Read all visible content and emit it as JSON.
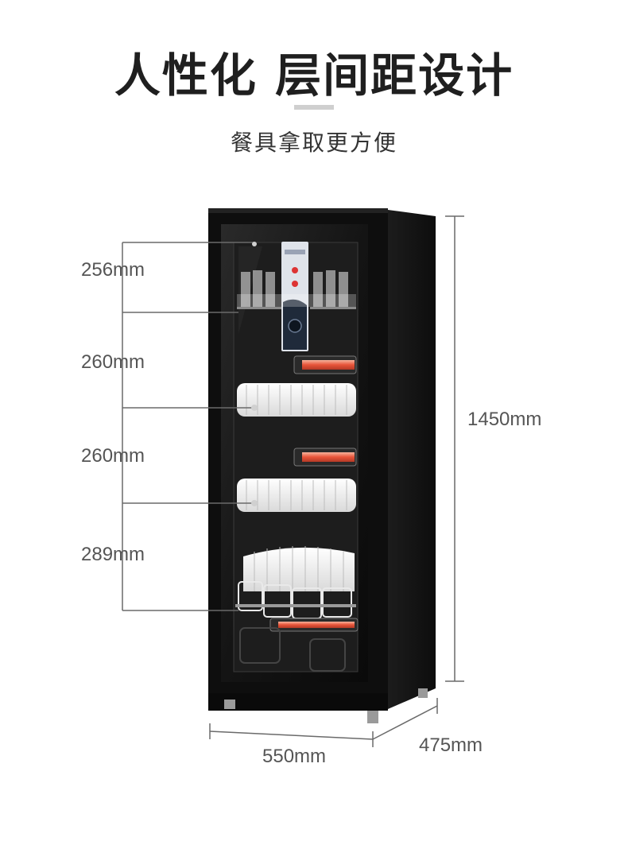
{
  "header": {
    "title": "人性化 层间距设计",
    "subtitle": "餐具拿取更方便"
  },
  "dimensions": {
    "shelf_gaps": [
      "256mm",
      "260mm",
      "260mm",
      "289mm"
    ],
    "height": "1450mm",
    "width": "550mm",
    "depth": "475mm"
  },
  "colors": {
    "cabinet": "#101010",
    "cabinet_side": "#1a1a1a",
    "dimension_line": "#6a6a6a",
    "heater_glow": "#e8543a"
  }
}
